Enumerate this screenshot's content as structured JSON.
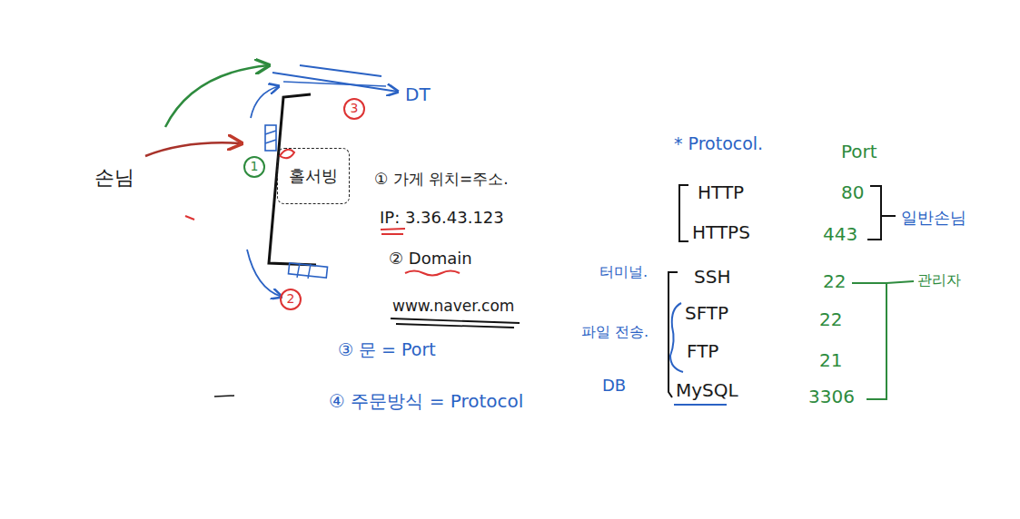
{
  "diagram": {
    "nodes": [
      {
        "text": [
          "3"
        ]
      },
      {
        "text": [
          "홀서빙"
        ]
      },
      {
        "text": [
          "1"
        ]
      },
      {
        "text": [
          "2"
        ]
      }
    ],
    "labels": [
      "손님",
      "DT",
      "① 가게 위치=주소.",
      "IP: 3.36.43.123",
      "② Domain",
      "www.naver.com",
      "③ 문 = Port",
      "④ 주문방식 = Protocol",
      "* Protocol.",
      "Port",
      "HTTP",
      "80",
      "HTTPS",
      "443",
      "일반손님",
      "터미널.",
      "SSH",
      "22",
      "관리자",
      "파일 전송.",
      "SFTP",
      "22",
      "FTP",
      "21",
      "DB",
      "MySQL",
      "3306"
    ]
  }
}
